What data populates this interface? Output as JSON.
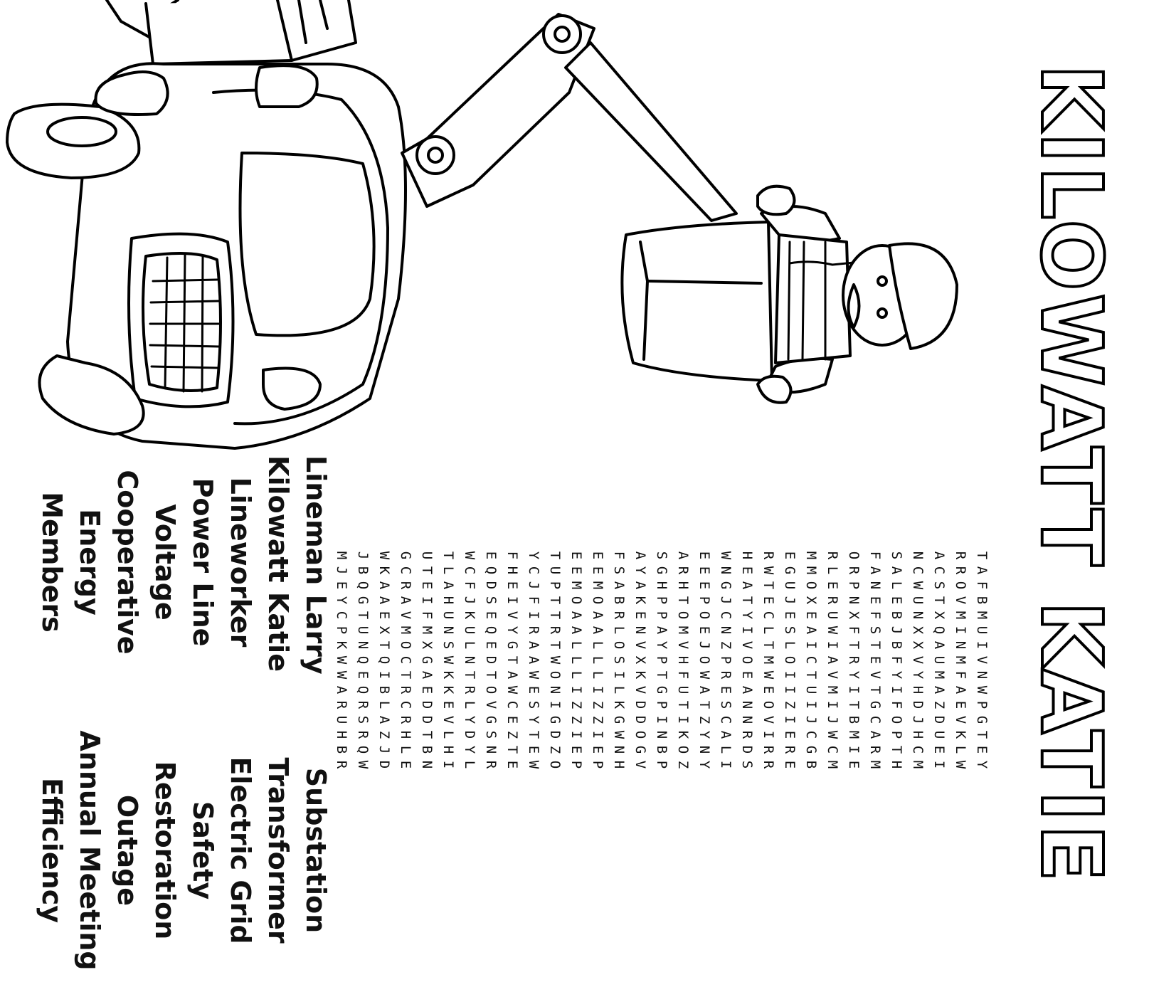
{
  "title": "KILOWATT KATIE",
  "grid": [
    "TAFBMUIVNWPGTEY",
    "RROVMINMFAEVKLW",
    "ACSTXQAUMAZDUEI",
    "NCWUNXXVYHDJHCM",
    "SALEBJBFYIFOPTH",
    "FANEFSTEVTGCARM",
    "ORPNXFTRYITBMIE",
    "RLERUWIAVMIJWCM",
    "MMOXEAICTUIJCGB",
    "EGUJESLOIIZIERE",
    "RWTECLTMWEOVIRR",
    "HEATYIVOEANNRDS",
    "WNGJCNZPRESCALI",
    "EEEPOEJOWATZYNY",
    "ARHTOMVHFUTIKOZ",
    "SGHPPAYPTGPINBP",
    "AYAKENVXKVDDOGV",
    "FSABRLOSILKGWNH",
    "EEMOAALLLIZZIEP",
    "EEMOAALLLIZZIEP",
    "TUPTTRTWONIGDZO",
    "YCJFIRAAWESYTEW",
    "FHEIVYGTAWCEZTE",
    "EQDSEQEDTOVGSNR",
    "WCFJKULNTRLYDYL",
    "TLAHUNSWKKEVLHI",
    "UTEIFMXGAEDDTBN",
    "GCRAVMOCTRCRHLE",
    "WKAAEXTQIBLAZJD",
    "JBQGTUNQEQRSRQW",
    "MJEYCPKWWARUHBR"
  ],
  "words_left": [
    "Lineman Larry",
    "Kilowatt Katie",
    "Lineworker",
    "Power Line",
    "Voltage",
    "Cooperative",
    "Energy",
    "Members"
  ],
  "words_right": [
    "Substation",
    "Transformer",
    "Electric Grid",
    "Safety",
    "Restoration",
    "Outage",
    "Annual Meeting",
    "Efficiency"
  ],
  "illustration": {
    "subject": "bucket-truck-with-lineworker",
    "stroke": "#000000",
    "fill": "#ffffff"
  }
}
